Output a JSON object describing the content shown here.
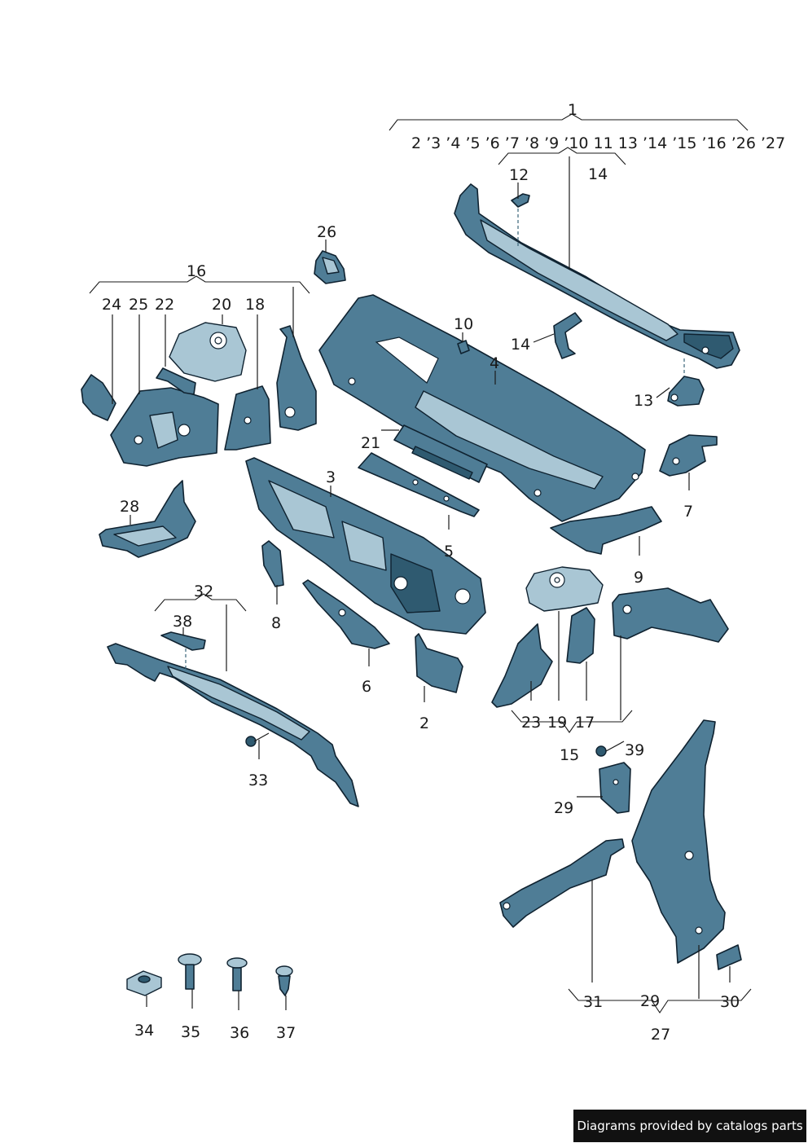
{
  "labels": {
    "l1": "1",
    "l2": "2",
    "l3": "3",
    "l4": "4",
    "l5": "5",
    "l6": "6",
    "l7": "7",
    "l8": "8",
    "l9": "9",
    "l10": "10",
    "l12": "12",
    "l13": "13",
    "l14a": "14",
    "l14b": "14",
    "l15": "15",
    "l16": "16",
    "l17": "17",
    "l18": "18",
    "l19": "19",
    "l20": "20",
    "l21": "21",
    "l22": "22",
    "l23": "23",
    "l24": "24",
    "l25": "25",
    "l26": "26",
    "l27": "27",
    "l28": "28",
    "l29a": "29",
    "l29b": "29",
    "l30": "30",
    "l31": "31",
    "l32": "32",
    "l33": "33",
    "l34": "34",
    "l35": "35",
    "l36": "36",
    "l37": "37",
    "l38": "38",
    "l39": "39"
  },
  "group1_components": "2 ’3 ’4 ’5 ’6 ’7 ’8 ’9 ’10 11     13 ’14 ’15 ’16 ’26 ’27",
  "credit": "Diagrams provided by catalogs parts"
}
